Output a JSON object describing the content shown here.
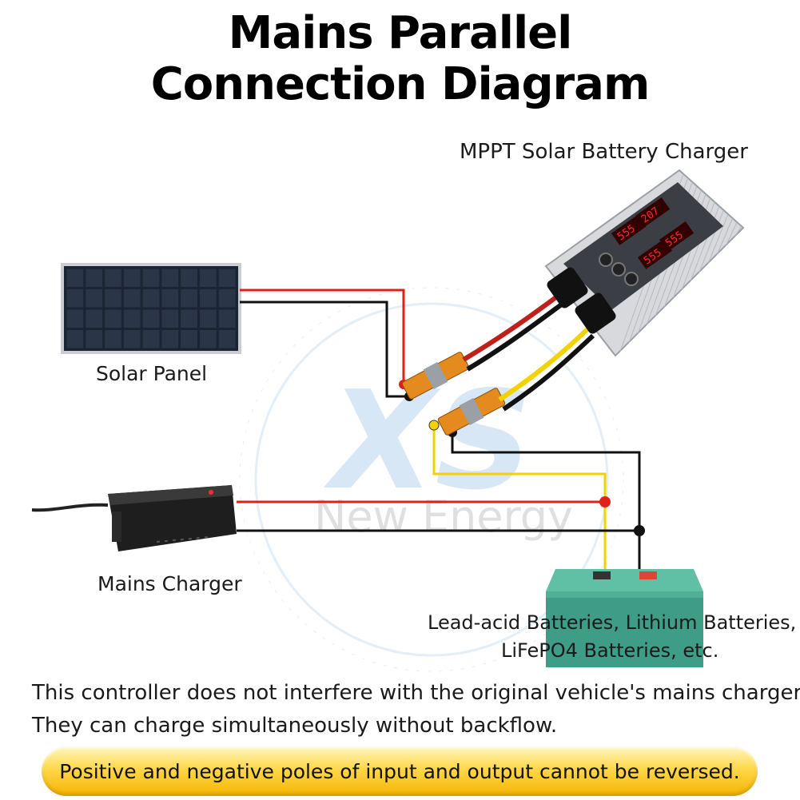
{
  "title": {
    "line1": "Mains Parallel",
    "line2": "Connection Diagram"
  },
  "labels": {
    "mppt": "MPPT Solar Battery Charger",
    "solar_panel": "Solar Panel",
    "mains_charger": "Mains Charger",
    "batteries_line1": "Lead-acid Batteries, Lithium Batteries,",
    "batteries_line2": "LiFePO4 Batteries, etc."
  },
  "watermark": {
    "line1": "XS",
    "line2": "New Energy"
  },
  "notes": {
    "line1": "This controller does not interfere with the original vehicle's mains charger.",
    "line2": "They can charge simultaneously without backflow."
  },
  "banner": "Positive and negative poles of input and output cannot be reversed.",
  "display_readouts": [
    "207",
    "555",
    "555",
    "555"
  ],
  "colors": {
    "positive_wire": "#e0201a",
    "negative_wire": "#111111",
    "output_positive_wire": "#f2d200",
    "banner": "#f7c21b"
  }
}
